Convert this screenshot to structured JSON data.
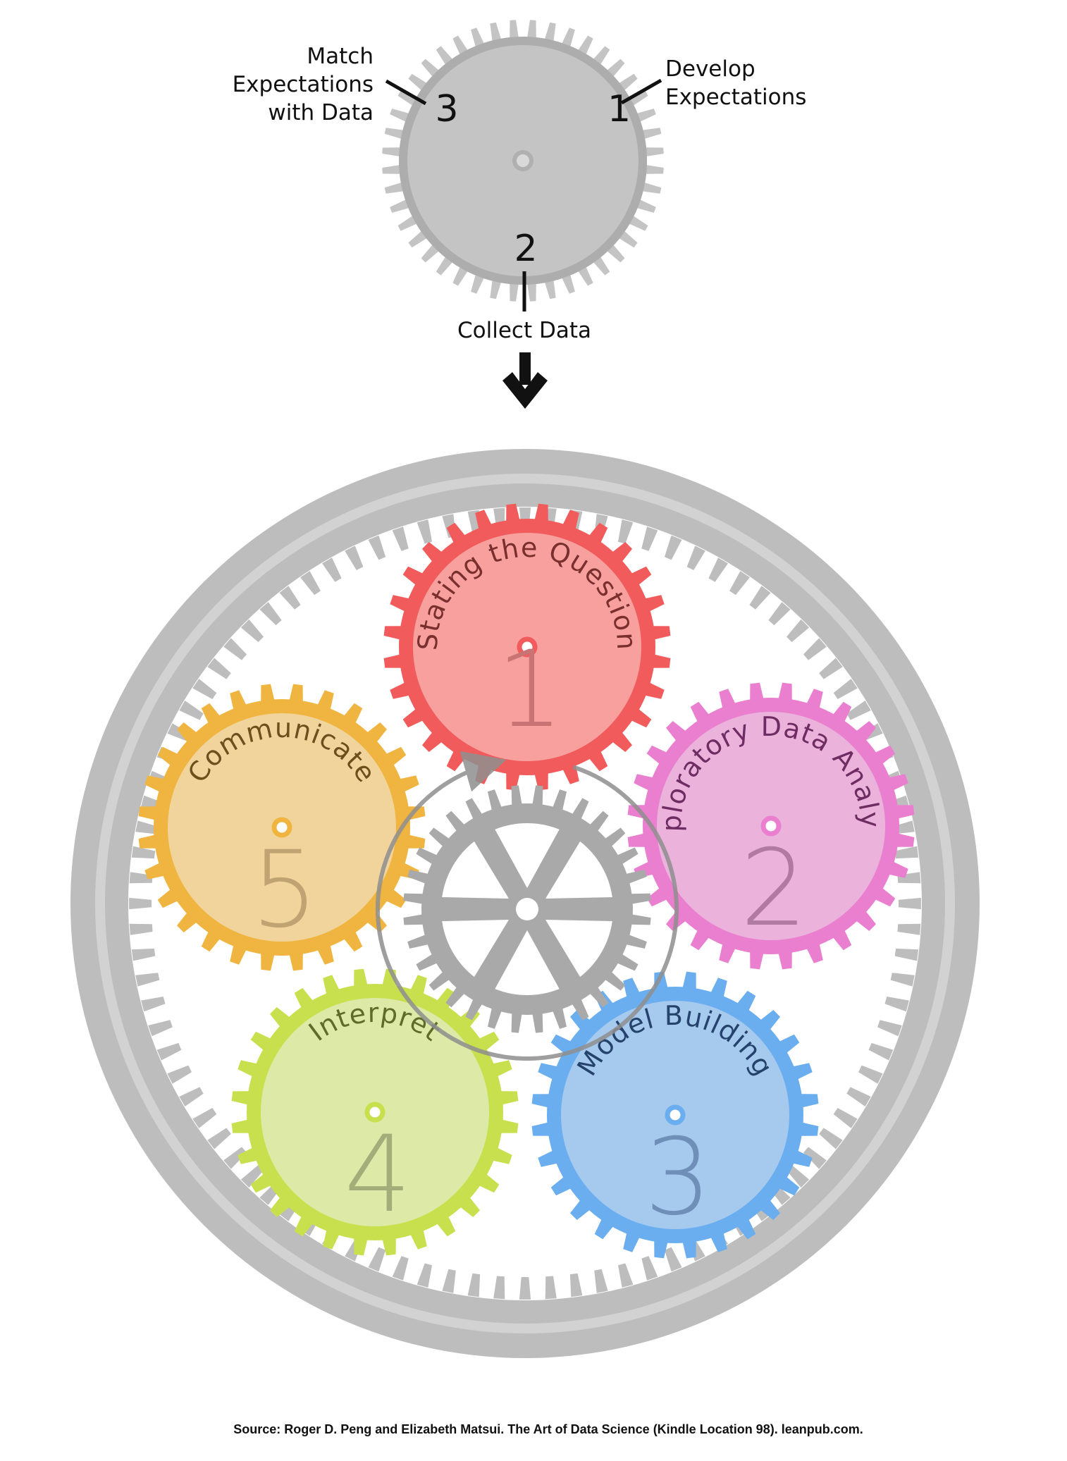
{
  "top_cycle": {
    "steps": [
      {
        "number": "1",
        "label_lines": [
          "Develop",
          "Expectations"
        ]
      },
      {
        "number": "2",
        "label_lines": [
          "Collect Data"
        ]
      },
      {
        "number": "3",
        "label_lines": [
          "Match",
          "Expectations",
          "with Data"
        ]
      }
    ]
  },
  "stages": [
    {
      "number": "1",
      "label": "Stating the Question",
      "fill": "#f8a09e",
      "ring": "#f15b5b",
      "text_color": "#7a2f2f",
      "num_color": "#c97474"
    },
    {
      "number": "2",
      "label": "Exploratory Data Analysis",
      "fill": "#ebb3dc",
      "ring": "#ea7fcf",
      "text_color": "#6e2c62",
      "num_color": "#b07aa3"
    },
    {
      "number": "3",
      "label": "Model Building",
      "fill": "#a6c9ee",
      "ring": "#6aaef0",
      "text_color": "#24426b",
      "num_color": "#6f8fb8"
    },
    {
      "number": "4",
      "label": "Interpret",
      "fill": "#dde9a6",
      "ring": "#c8e04e",
      "text_color": "#5e6b2a",
      "num_color": "#a3ad7a"
    },
    {
      "number": "5",
      "label": "Communicate",
      "fill": "#f0d49b",
      "ring": "#f0b540",
      "text_color": "#6b4f1d",
      "num_color": "#bfa372"
    }
  ],
  "colors": {
    "gear_gray": "#c4c4c4",
    "ring_gray": "#bdbdbd",
    "center_gear": "#a9a9a9",
    "arrow": "#111111"
  },
  "icons": [
    "down-arrow-icon",
    "cycle-arrow-icon"
  ],
  "source": "Source: Roger D. Peng and Elizabeth Matsui. The Art of Data Science (Kindle Location 98). leanpub.com."
}
